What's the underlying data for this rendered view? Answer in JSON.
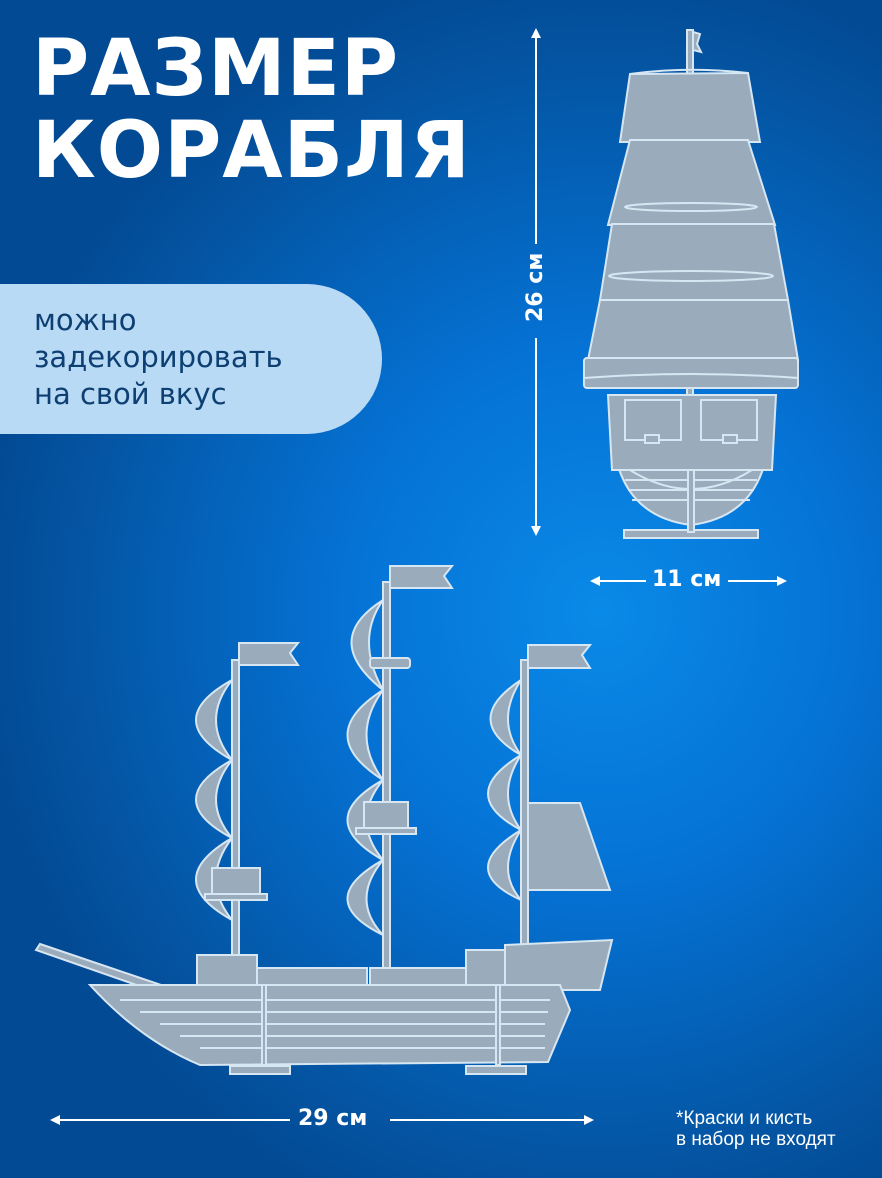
{
  "title": {
    "line1": "РАЗМЕР",
    "line2": "КОРАБЛЯ"
  },
  "callout": {
    "line1": "можно",
    "line2": "задекорировать",
    "line3": "на свой вкус"
  },
  "dimensions": {
    "height": "26 см",
    "width": "11 см",
    "length": "29 см"
  },
  "note": {
    "line1": "*Краски и кисть",
    "line2": "в набор не входят"
  },
  "colors": {
    "background": "#0573d6",
    "callout_bg": "#b9daf4",
    "callout_text": "#0d3f73",
    "ship_fill": "#9aabbb",
    "ship_outline": "#d6e6f2",
    "text": "#ffffff"
  },
  "illustrations": {
    "front_view": "ship-front-view",
    "side_view": "ship-side-view"
  }
}
